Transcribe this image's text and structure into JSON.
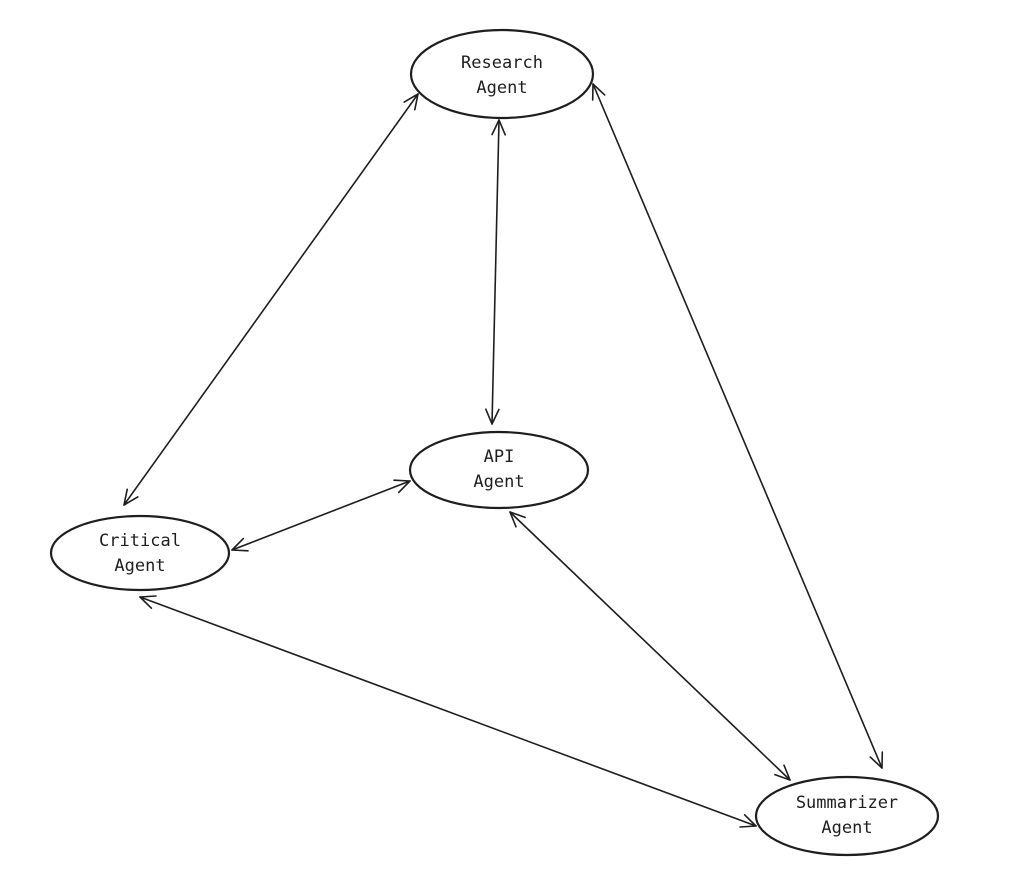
{
  "diagram": {
    "type": "agent-communication-graph",
    "nodes": [
      {
        "id": "research",
        "lines": [
          "Research",
          "Agent"
        ]
      },
      {
        "id": "api",
        "lines": [
          "API",
          "Agent"
        ]
      },
      {
        "id": "critical",
        "lines": [
          "Critical",
          "Agent"
        ]
      },
      {
        "id": "summarizer",
        "lines": [
          "Summarizer",
          "Agent"
        ]
      }
    ],
    "edges": [
      {
        "from": "research",
        "to": "critical",
        "direction": "bidirectional"
      },
      {
        "from": "research",
        "to": "api",
        "direction": "bidirectional"
      },
      {
        "from": "research",
        "to": "summarizer",
        "direction": "bidirectional"
      },
      {
        "from": "critical",
        "to": "api",
        "direction": "bidirectional"
      },
      {
        "from": "api",
        "to": "summarizer",
        "direction": "bidirectional"
      },
      {
        "from": "critical",
        "to": "summarizer",
        "direction": "bidirectional"
      }
    ],
    "colors": {
      "stroke": "#1e1e1e",
      "background": "#ffffff"
    }
  }
}
